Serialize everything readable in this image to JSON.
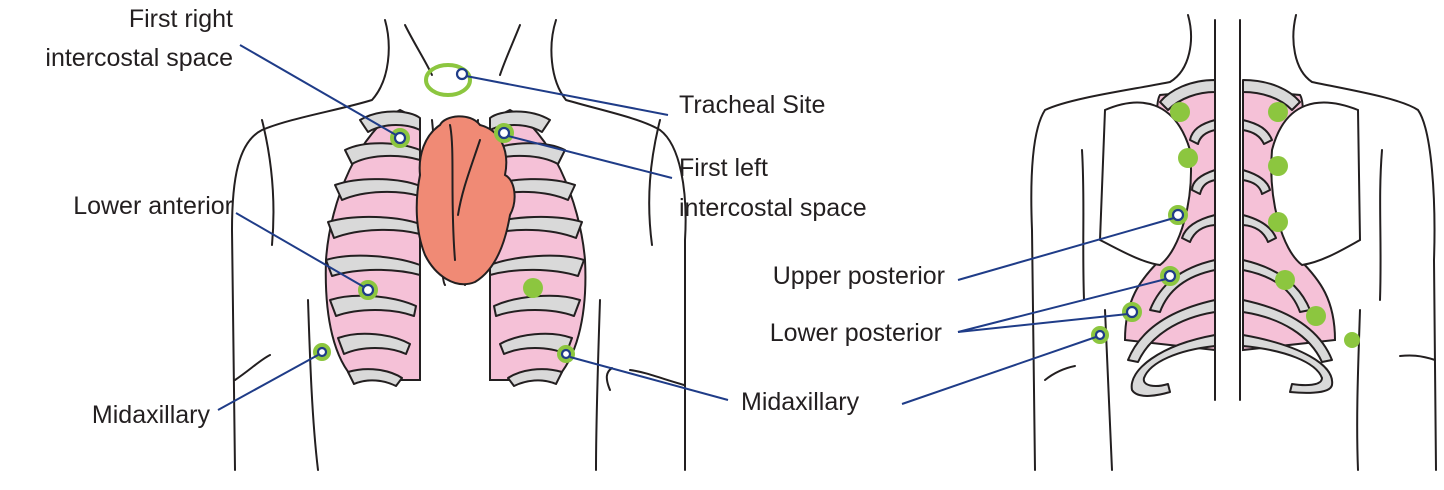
{
  "labels": {
    "first_right_line1": "First right",
    "first_right_line2": "intercostal space",
    "tracheal": "Tracheal Site",
    "first_left_line1": "First left",
    "first_left_line2": "intercostal space",
    "lower_anterior": "Lower anterior",
    "midaxillary_front_left": "Midaxillary",
    "midaxillary_front_right": "Midaxillary",
    "upper_posterior": "Upper posterior",
    "lower_posterior": "Lower posterior"
  },
  "colors": {
    "outline": "#231f20",
    "leader_line": "#1f3c88",
    "site_marker": "#8cc63f",
    "lung": "#f5c1d7",
    "rib": "#d9d9d9",
    "heart": "#f08a75"
  }
}
